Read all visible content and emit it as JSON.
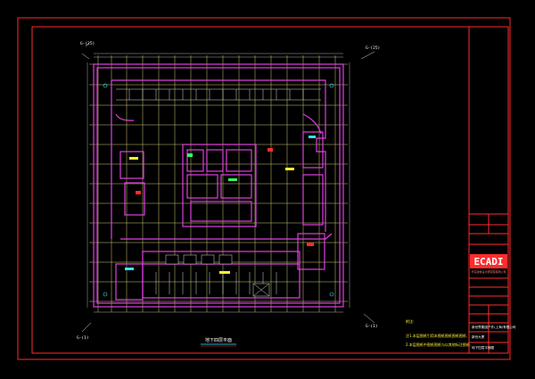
{
  "drawing": {
    "plan_title": "地下四层平面",
    "axis_marks": {
      "top_left": "G-(25)",
      "top_right": "G-(25)",
      "bottom_left": "G-(1)",
      "bottom_right": "G-(1)"
    },
    "notes": {
      "label": "附注:",
      "line1": "注1.本层图纸引用本图纸图纸图纸图纸.",
      "line2": "2.本层图纸中图纸图纸与以其他标注图纸."
    }
  },
  "title_block": {
    "client": "新世界集团户外(上海)有限公司",
    "project": "新世大厦",
    "logo": "ECADI",
    "logo_subtitle": "华东建筑设计研究院有限公司",
    "drawing_name": "地下四层平面图"
  },
  "colors": {
    "background": "#000000",
    "frame": "#ff2d2d",
    "wall": "#e040e0",
    "grid": "#f5f08a",
    "detail": "#d8d8d8",
    "accent_green": "#33ff66",
    "accent_cyan": "#33e6ff",
    "accent_yellow": "#fff233"
  }
}
